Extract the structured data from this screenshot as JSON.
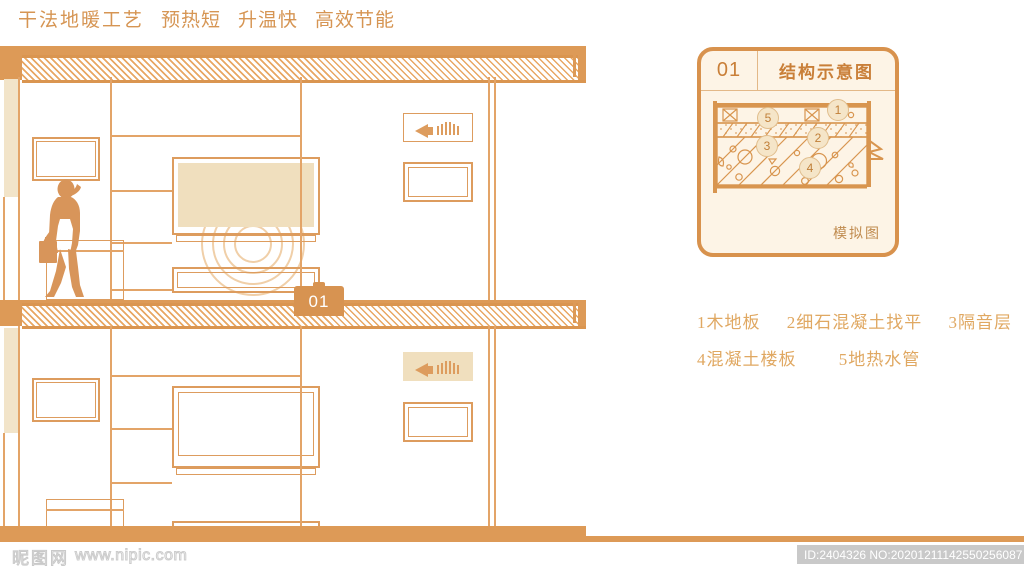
{
  "headline": {
    "segments": [
      "干法地暖工艺",
      "预热短",
      "升温快",
      "高效节能"
    ],
    "color": "#d69553"
  },
  "scene": {
    "badge": {
      "label": "01"
    },
    "upper_room": {
      "speaker_icon": "speaker-icon",
      "person": "walking-person-silhouette",
      "tv_screen": "tv-screen",
      "sound_waves": "sound-wave-rings"
    },
    "lower_room": {
      "speaker_icon": "speaker-icon",
      "tv_screen": "tv-screen"
    }
  },
  "card": {
    "number": "01",
    "title": "结构示意图",
    "note": "模拟图",
    "callouts": [
      "1",
      "2",
      "3",
      "4",
      "5"
    ],
    "border_color": "#d8924d",
    "bg_color": "#fdf4e6"
  },
  "legend": {
    "rows": [
      [
        "1木地板",
        "2细石混凝土找平",
        "3隔音层"
      ],
      [
        "4混凝土楼板",
        "5地热水管"
      ]
    ]
  },
  "footer": {
    "watermark_glyphs": "昵图网",
    "watermark_url": "www.nipic.com",
    "id_text": "ID:2404326 NO:20201211142550256087"
  }
}
